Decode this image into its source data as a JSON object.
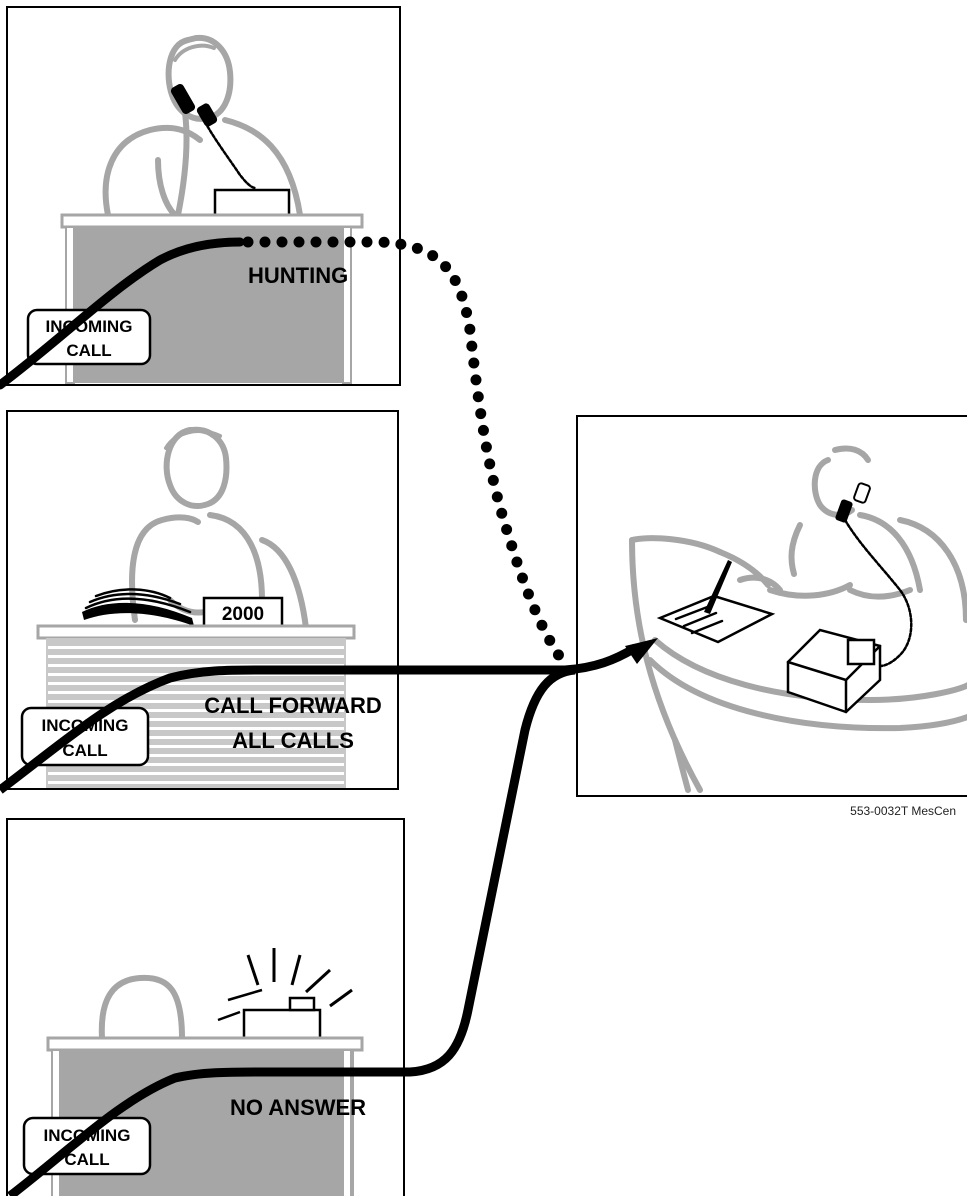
{
  "panels": {
    "hunting": {
      "tag": "INCOMING\nCALL",
      "tag_line1": "INCOMING",
      "tag_line2": "CALL",
      "label": "HUNTING"
    },
    "forward": {
      "tag_line1": "INCOMING",
      "tag_line2": "CALL",
      "label_line1": "CALL FORWARD",
      "label_line2": "ALL CALLS",
      "display": "2000"
    },
    "no_answer": {
      "tag_line1": "INCOMING",
      "tag_line2": "CALL",
      "label": "NO ANSWER"
    }
  },
  "caption": "553-0032T MesCen",
  "colors": {
    "line": "#000000",
    "figure": "#a6a6a6",
    "desk_dark": "#a6a6a6",
    "desk_light": "#cccccc"
  },
  "icons": [
    "person-on-phone-icon",
    "person-reading-icon",
    "empty-chair-icon",
    "ringing-phone-icon",
    "message-center-attendant-icon"
  ]
}
